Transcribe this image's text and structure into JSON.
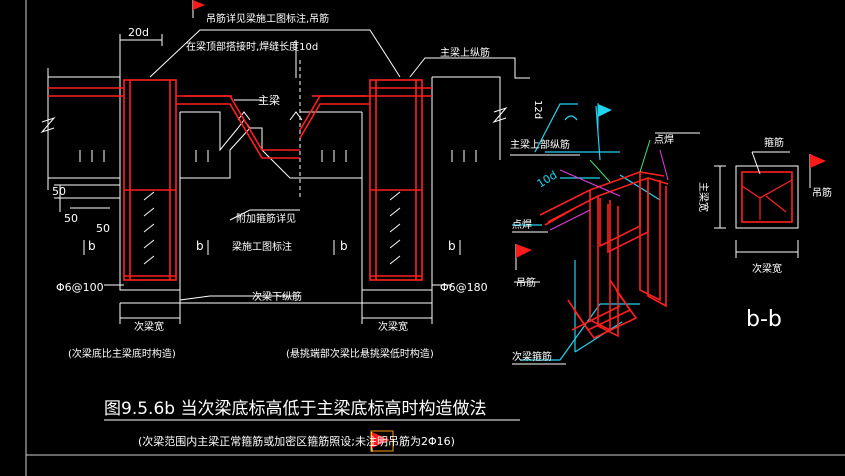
{
  "colors": {
    "background": "#000000",
    "line_white": "#ffffff",
    "rebar_red": "#ff2020",
    "cyan": "#22d3ee",
    "magenta": "#e040e0",
    "green": "#40e070",
    "flag_red": "#ff1a1a"
  },
  "labels": {
    "top_note_line1": "吊筋详见梁施工图标注,吊筋",
    "top_note_line2": "在梁顶部搭接时,焊缝长度10d",
    "dim_20d": "20d",
    "main_beam": "主梁",
    "main_beam_top_bars": "主梁上纵筋",
    "dim_50_a": "50",
    "dim_50_b": "50",
    "dim_50_c": "50",
    "section_b_1": "b",
    "section_b_2": "b",
    "section_b_3": "b",
    "section_b_4": "b",
    "added_stirrup_line1": "附加箍筋详见",
    "added_stirrup_line2": "梁施工图标注",
    "sec_beam_bottom_bars": "次梁下纵筋",
    "stirrup_left": "Φ6@100",
    "stirrup_right": "Φ6@180",
    "sec_beam_width_left": "次梁宽",
    "sec_beam_width_right": "次梁宽",
    "case_left": "(次梁底比主梁底时构造)",
    "case_right": "(悬挑端部次梁比悬挑梁低时构造)",
    "iso_main_top_bars": "主梁上部纵筋",
    "iso_dim_12d": "12d",
    "iso_dim_10d": "10d",
    "iso_spot_weld": "点焊",
    "iso_spot_weld_2": "点焊",
    "iso_hanger": "吊筋",
    "iso_sec_stirrups": "次梁箍筋",
    "bb_stirrup": "箍筋",
    "bb_main_width": "主梁宽",
    "bb_hanger": "吊筋",
    "bb_sec_width": "次梁宽",
    "bb_title": "b-b",
    "figure_title": "图9.5.6b 当次梁底标高低于主梁底标高时构造做法",
    "footnote": "(次梁范围内主梁正常箍筋或加密区箍筋照设;未注明吊筋为2Φ16)"
  }
}
